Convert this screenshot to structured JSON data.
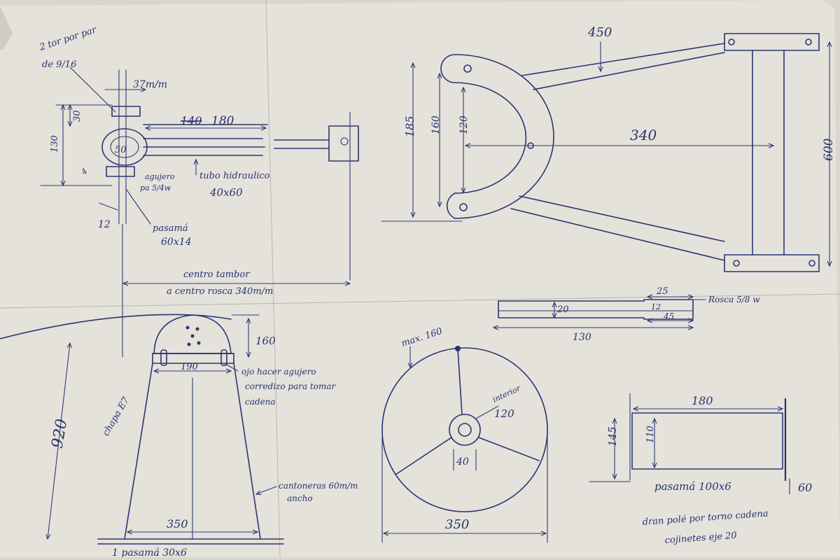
{
  "paper_color": "#e5e2db",
  "ink_color": "#2a3672",
  "top_left": {
    "bolt_note_line1": "2 tor por par",
    "bolt_note_line2": "de 9/16",
    "dim_37": "37m/m",
    "dim_180": "180",
    "dim_180_struck": "140",
    "dim_50": "50",
    "dim_30": "30",
    "dim_130": "130",
    "dim_4_label": "4",
    "dim_12": "12",
    "hole_note_line1": "agujero",
    "hole_note_line2": "pa 5/4w",
    "tube_note_line1": "tubo hidraulico",
    "tube_note_line2": "40x60",
    "plate_note_line1": "pasamá",
    "plate_note_line2": "60x14",
    "center_line1": "centro tambor",
    "center_line2": "a centro rosca 340m/m"
  },
  "top_right": {
    "dim_450": "450",
    "dim_185": "185",
    "dim_160": "160",
    "dim_120": "120",
    "dim_340": "340",
    "dim_600": "600"
  },
  "axle": {
    "dim_25": "25",
    "dim_12": "12",
    "dim_45": "45",
    "dim_20": "20",
    "dim_130": "130",
    "thread_note": "Rosca 5/8 w"
  },
  "stand": {
    "dim_160": "160",
    "dim_190": "190",
    "dim_920": "920",
    "dim_350": "350",
    "plate_e": "chapa E7",
    "hole_note_line1": "ojo hacer agujero",
    "hole_note_line2": "corredizo para tomar",
    "hole_note_line3": "cadena",
    "angle_note_line1": "cantoneras 60m/m",
    "angle_note_line2": "ancho",
    "base_plate": "1 pasamá 30x6"
  },
  "wheel": {
    "max_note": "max. 160",
    "hub_note_line1": "interior",
    "hub_note_line2": "120",
    "dim_40": "40",
    "dim_350": "350"
  },
  "bracket": {
    "dim_180": "180",
    "dim_145": "145",
    "dim_110": "110",
    "plate_note": "pasamá 100x6",
    "thickness": "60",
    "note_line1": "dran polé por torno cadena",
    "note_line2": "cojinetes eje 20"
  }
}
